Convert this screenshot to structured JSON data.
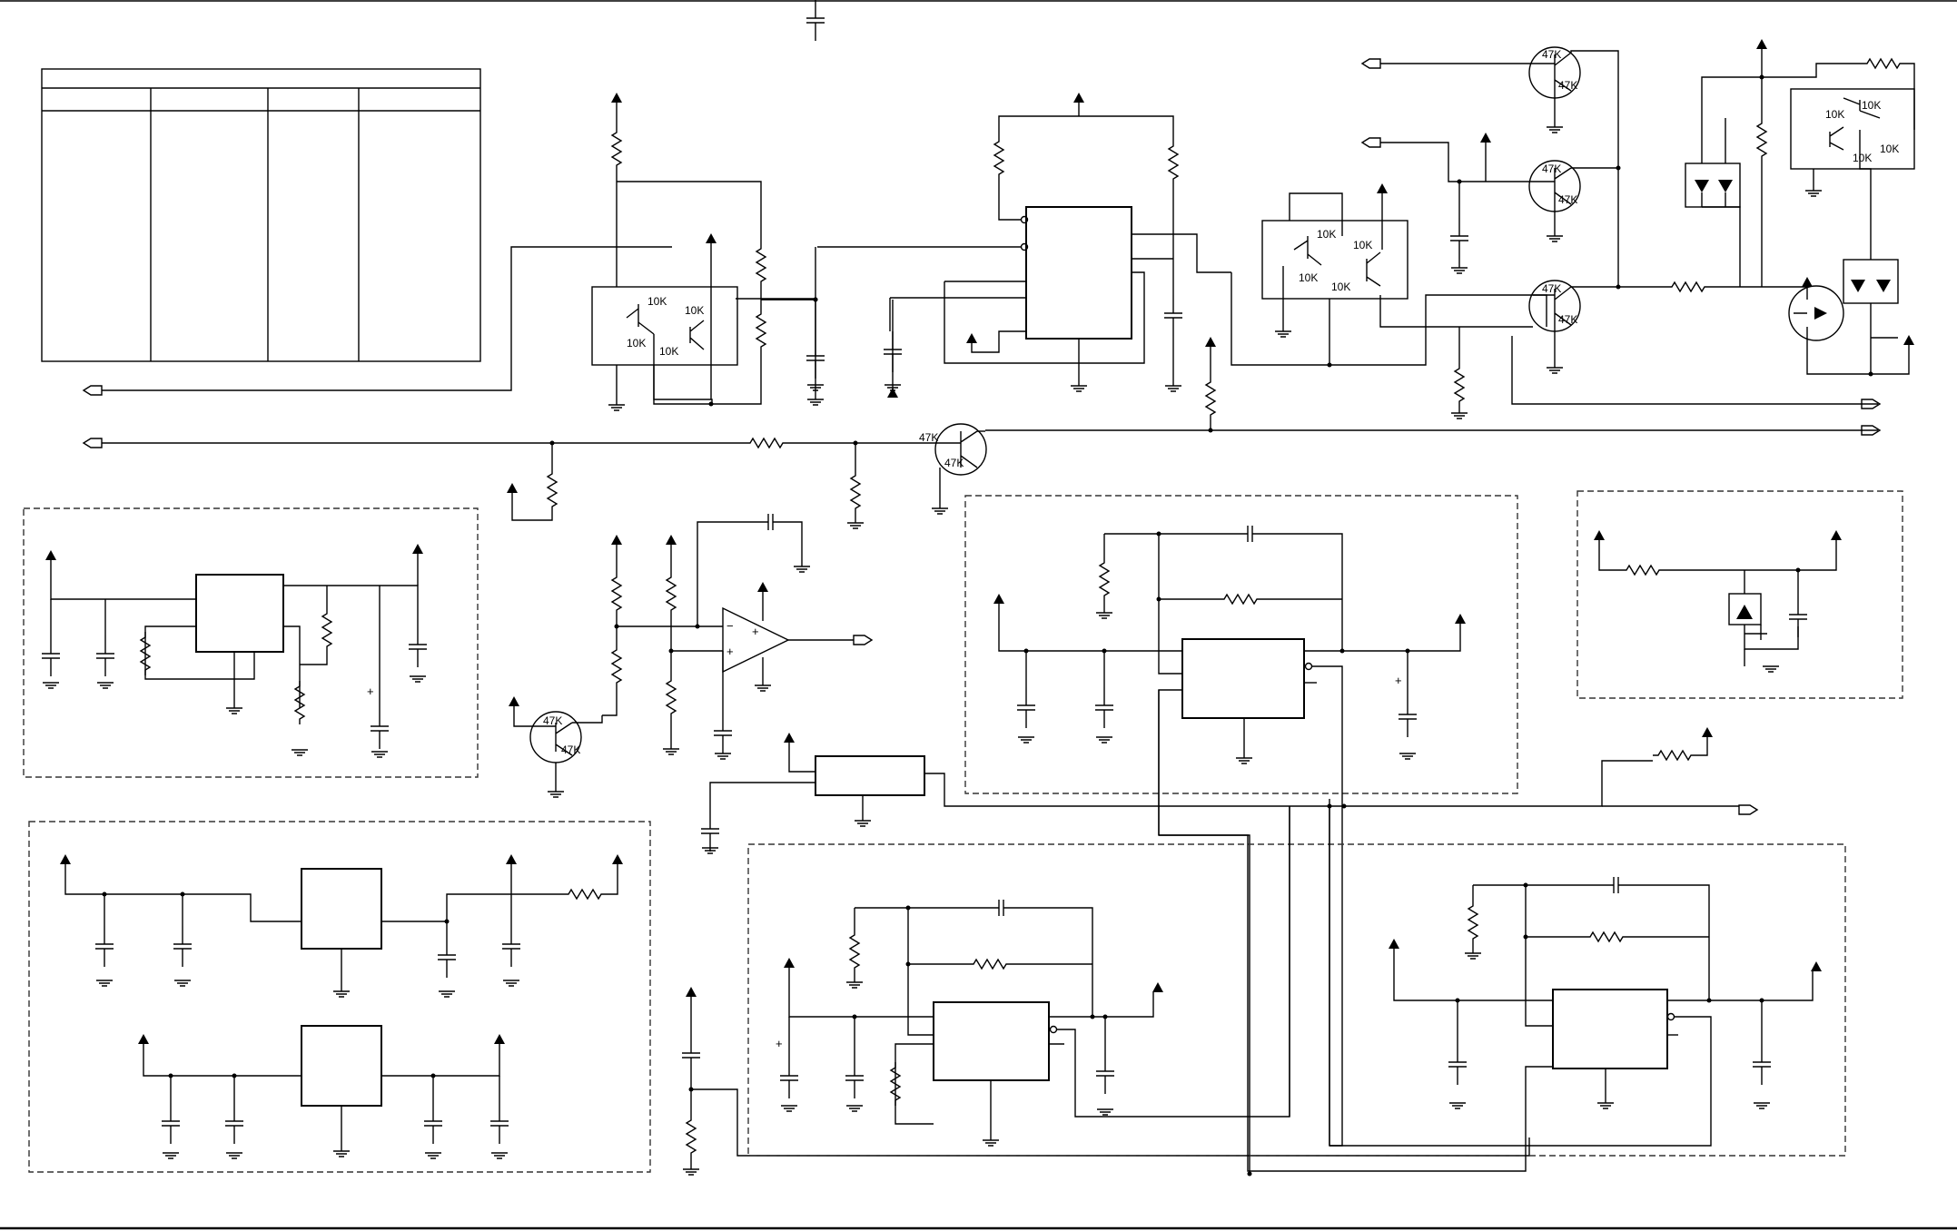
{
  "res_labels": {
    "t47a": "47K",
    "t47b": "47K",
    "t47c": "47K",
    "t47d": "47K",
    "t47e": "47K",
    "t47f": "47K",
    "t47g": "47K",
    "t47h": "47K",
    "t47i": "47K",
    "t47j": "47K",
    "ak10a": "10K",
    "ak10b": "10K",
    "ak10c": "10K",
    "ak10d": "10K",
    "bk10a": "10K",
    "bk10b": "10K",
    "bk10c": "10K",
    "bk10d": "10K",
    "ck10a": "10K",
    "ck10b": "10K",
    "ck10c": "10K",
    "ck10d": "10K"
  },
  "opamp": {
    "minus": "−",
    "plus": "+"
  },
  "cap_polarity": "+",
  "colors": {
    "line": "#000000",
    "background": "#ffffff"
  }
}
